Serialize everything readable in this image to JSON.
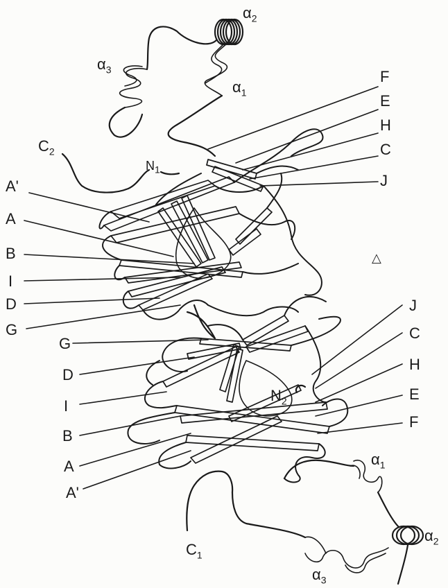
{
  "top_domain": {
    "helix_a2": "α",
    "helix_a2_sub": "2",
    "helix_a3": "α",
    "helix_a3_sub": "3",
    "helix_a1": "α",
    "helix_a1_sub": "1",
    "terminus_c": "C",
    "terminus_c_sub": "2",
    "terminus_n": "N",
    "terminus_n_sub": "1"
  },
  "bottom_domain": {
    "helix_a1": "α",
    "helix_a1_sub": "1",
    "helix_a2": "α",
    "helix_a2_sub": "2",
    "helix_a3": "α",
    "helix_a3_sub": "3",
    "terminus_c": "C",
    "terminus_c_sub": "1",
    "terminus_n": "N",
    "terminus_n_sub": "2"
  },
  "strand_labels": {
    "upper_right": [
      "F",
      "E",
      "H",
      "C",
      "J"
    ],
    "upper_left": [
      "A'",
      "A",
      "B",
      "I",
      "D",
      "G"
    ],
    "lower_left": [
      "G",
      "D",
      "I",
      "B",
      "A",
      "A'"
    ],
    "lower_right": [
      "J",
      "C",
      "H",
      "E",
      "F"
    ]
  },
  "axis_symbol": "△"
}
